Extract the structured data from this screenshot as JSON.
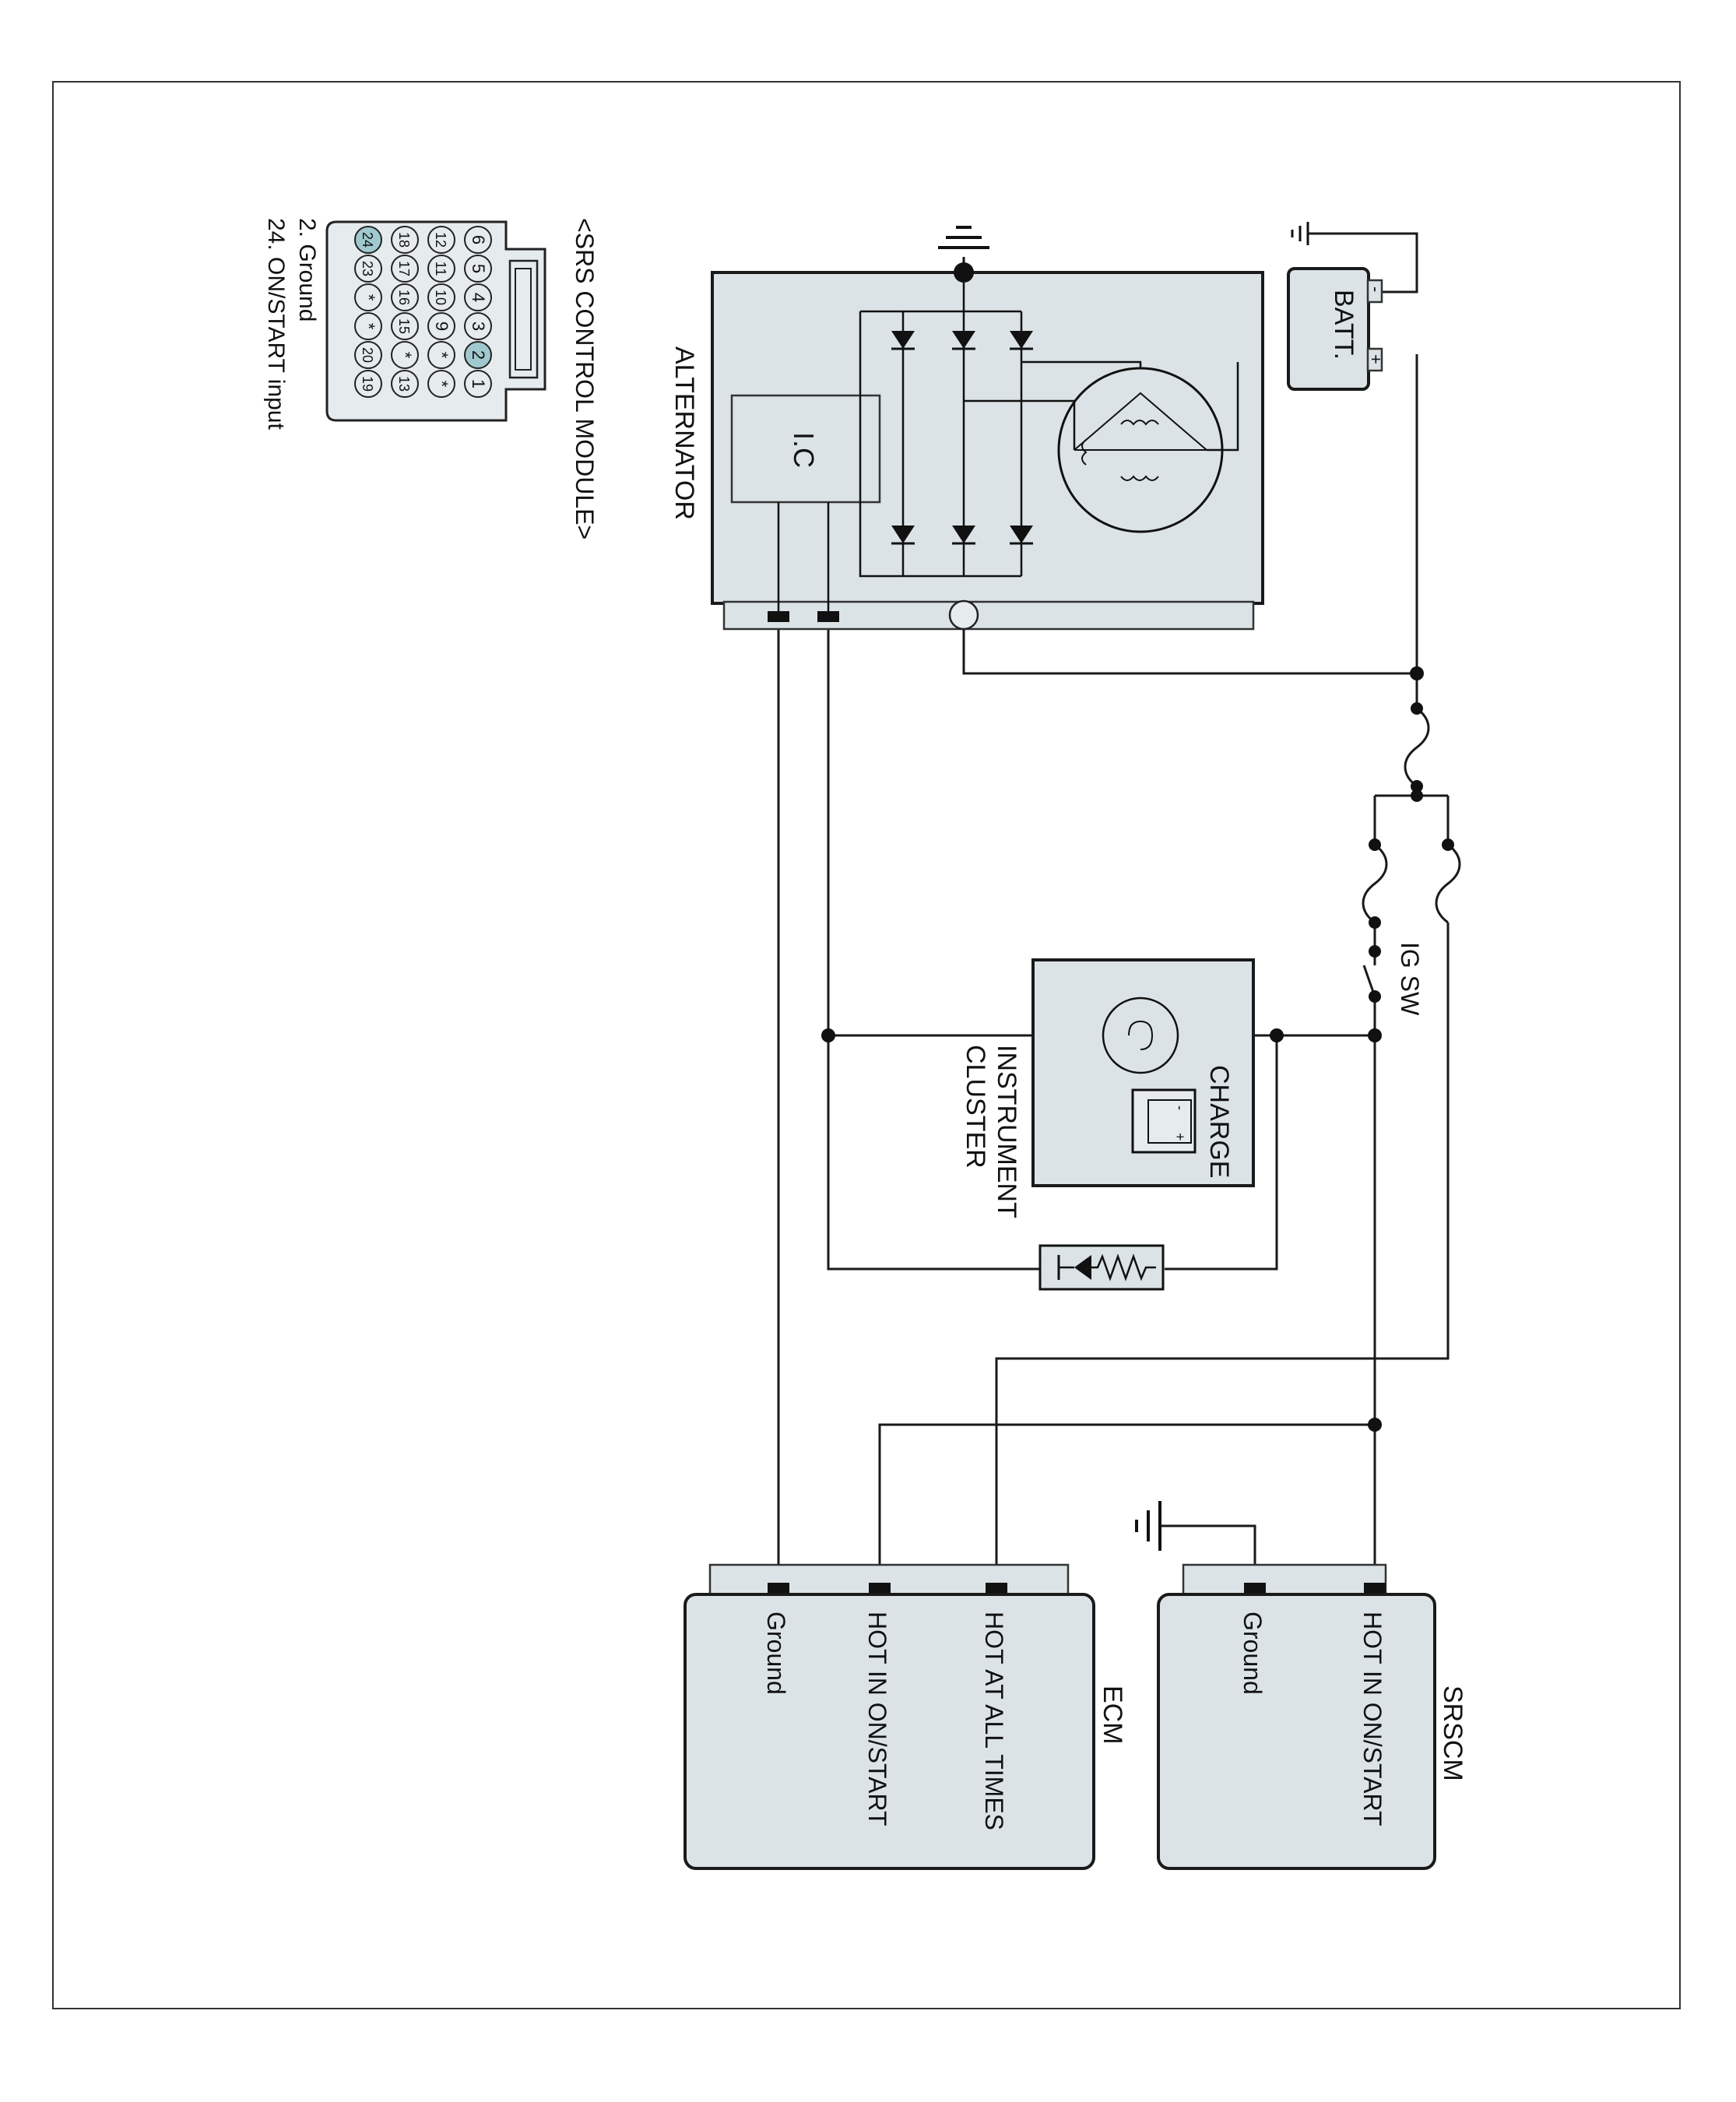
{
  "labels": {
    "srs_header": "<SRS CONTROL MODULE>",
    "pin_note_1": "2. Ground",
    "pin_note_2": "24. ON/START input",
    "alternator": "ALTERNATOR",
    "ic": "I.C",
    "batt": "BATT.",
    "batt_neg": "-",
    "batt_pos": "+",
    "ig_sw": "IG SW",
    "charge": "CHARGE",
    "cluster_1": "INSTRUMENT",
    "cluster_2": "CLUSTER",
    "ecm": "ECM",
    "srscm": "SRSCM",
    "ecm_pin_ground": "Ground",
    "ecm_pin_hot_on": "HOT IN ON/START",
    "ecm_pin_hot_all": "HOT AT ALL TIMES",
    "srscm_pin_ground": "Ground",
    "srscm_pin_hot_on": "HOT IN ON/START"
  },
  "connector_pins": {
    "col_a": [
      "6",
      "5",
      "4",
      "3",
      "2",
      "1"
    ],
    "col_b": [
      "12",
      "11",
      "10",
      "9",
      "*",
      "*"
    ],
    "col_c": [
      "18",
      "17",
      "16",
      "15",
      "*",
      "13"
    ],
    "col_d": [
      "24",
      "23",
      "*",
      "*",
      "20",
      "19"
    ]
  },
  "colors": {
    "box_fill": "#dbe3e6",
    "pin_highlight": "#9fc9cf",
    "line": "#1a1a1a"
  }
}
